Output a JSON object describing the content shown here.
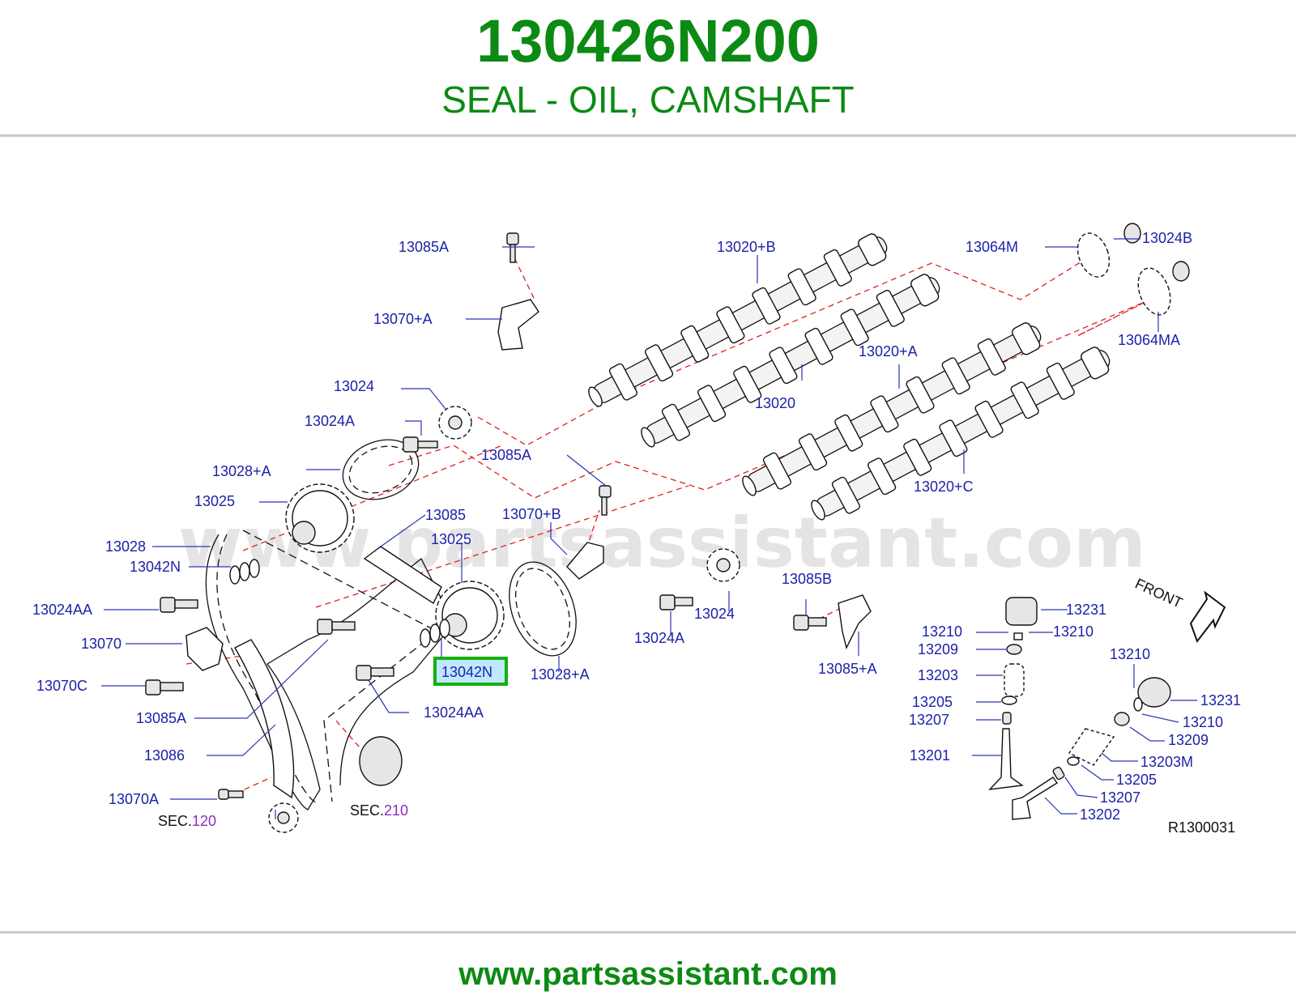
{
  "header": {
    "part_number": "130426N200",
    "part_name": "SEAL - OIL, CAMSHAFT"
  },
  "diagram": {
    "watermark": "www.partsassistant.com",
    "reference": "R1300031",
    "front_label": "FRONT",
    "highlighted_callout": "13042N",
    "sec_prefix": "SEC.",
    "sec_120": "120",
    "sec_210": "210",
    "callouts": {
      "c13085A_top": "13085A",
      "c13070pA": "13070+A",
      "c13020pB": "13020+B",
      "c13064M": "13064M",
      "c13024B": "13024B",
      "c13064MA": "13064MA",
      "c13024_top": "13024",
      "c13024A_top": "13024A",
      "c13020": "13020",
      "c13020pA": "13020+A",
      "c13028pA_top": "13028+A",
      "c13085A_mid": "13085A",
      "c13025_left": "13025",
      "c13085": "13085",
      "c13070pB": "13070+B",
      "c13025_mid": "13025",
      "c13020pC": "13020+C",
      "c13028": "13028",
      "c13042N_left": "13042N",
      "c13024AA_left": "13024AA",
      "c13070": "13070",
      "c13070C": "13070C",
      "c13085A_low": "13085A",
      "c13086": "13086",
      "c13070A": "13070A",
      "c13028pA_low": "13028+A",
      "c13024AA_low": "13024AA",
      "c13024_low": "13024",
      "c13024A_low": "13024A",
      "c13085B": "13085B",
      "c13085pA": "13085+A",
      "c13231_a": "13231",
      "c13210_a": "13210",
      "c13210_b": "13210",
      "c13209_a": "13209",
      "c13203": "13203",
      "c13205_a": "13205",
      "c13207_a": "13207",
      "c13201": "13201",
      "c13210_c": "13210",
      "c13231_b": "13231",
      "c13210_d": "13210",
      "c13209_b": "13209",
      "c13203M": "13203M",
      "c13205_b": "13205",
      "c13207_b": "13207",
      "c13202": "13202"
    }
  },
  "footer": {
    "url": "www.partsassistant.com"
  },
  "colors": {
    "brand_green": "#0c8a14",
    "callout_blue": "#1c22a8",
    "leader_red": "#e02020",
    "highlight_border": "#16b010",
    "highlight_fill": "#bfe8ff"
  }
}
